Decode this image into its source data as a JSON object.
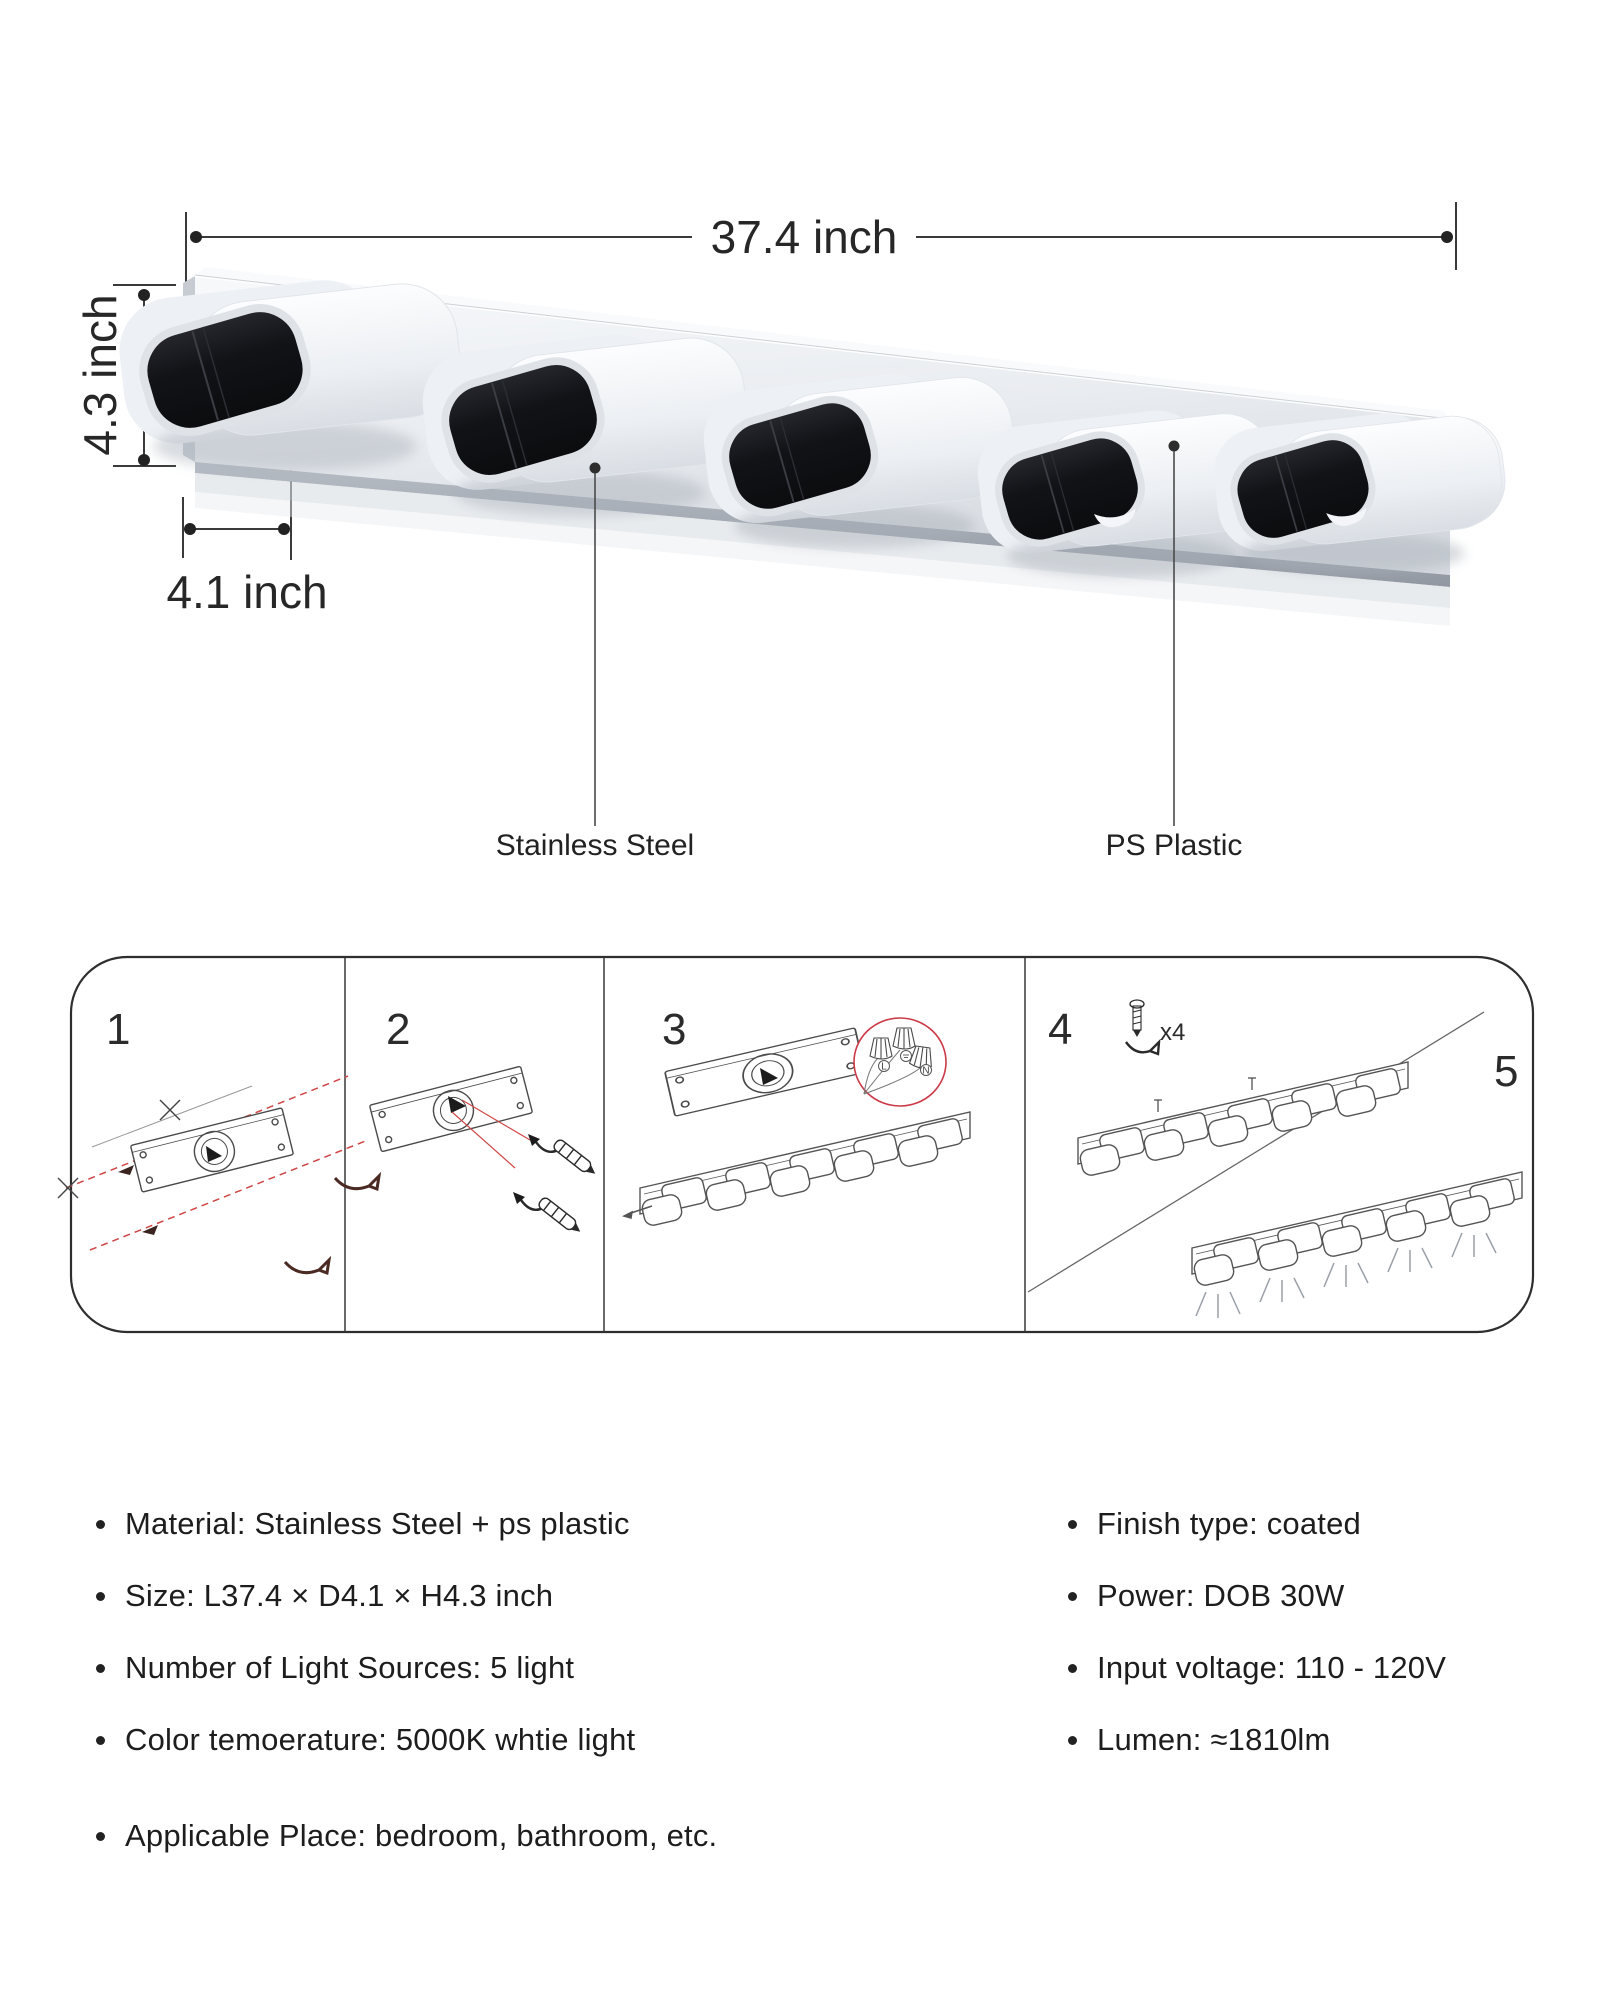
{
  "product": {
    "dimensions": {
      "length": "37.4 inch",
      "height": "4.3 inch",
      "depth": "4.1 inch"
    },
    "callouts": {
      "left": "Stainless Steel",
      "right": "PS Plastic"
    }
  },
  "installation": {
    "steps": [
      "1",
      "2",
      "3",
      "4",
      "5"
    ],
    "screw_count_label": "x4",
    "wire_labels": [
      "L",
      "N"
    ]
  },
  "specs": {
    "left": [
      "Material:  Stainless Steel + ps plastic",
      "Size: L37.4 × D4.1 × H4.3 inch",
      "Number of Light Sources: 5 light",
      "Color temoerature: 5000K whtie light",
      "Applicable Place: bedroom, bathroom, etc."
    ],
    "right": [
      "Finish type: coated",
      "Power: DOB 30W",
      "Input voltage: 110 - 120V",
      "Lumen: ≈1810lm"
    ]
  },
  "colors": {
    "accent_red": "#cf4646",
    "line": "#3a3a3a",
    "panel_border": "#2e2e2e",
    "chrome_light": "#f7f9fb",
    "chrome_dark": "#9298a1",
    "lamp_face": "#0c0d10"
  }
}
